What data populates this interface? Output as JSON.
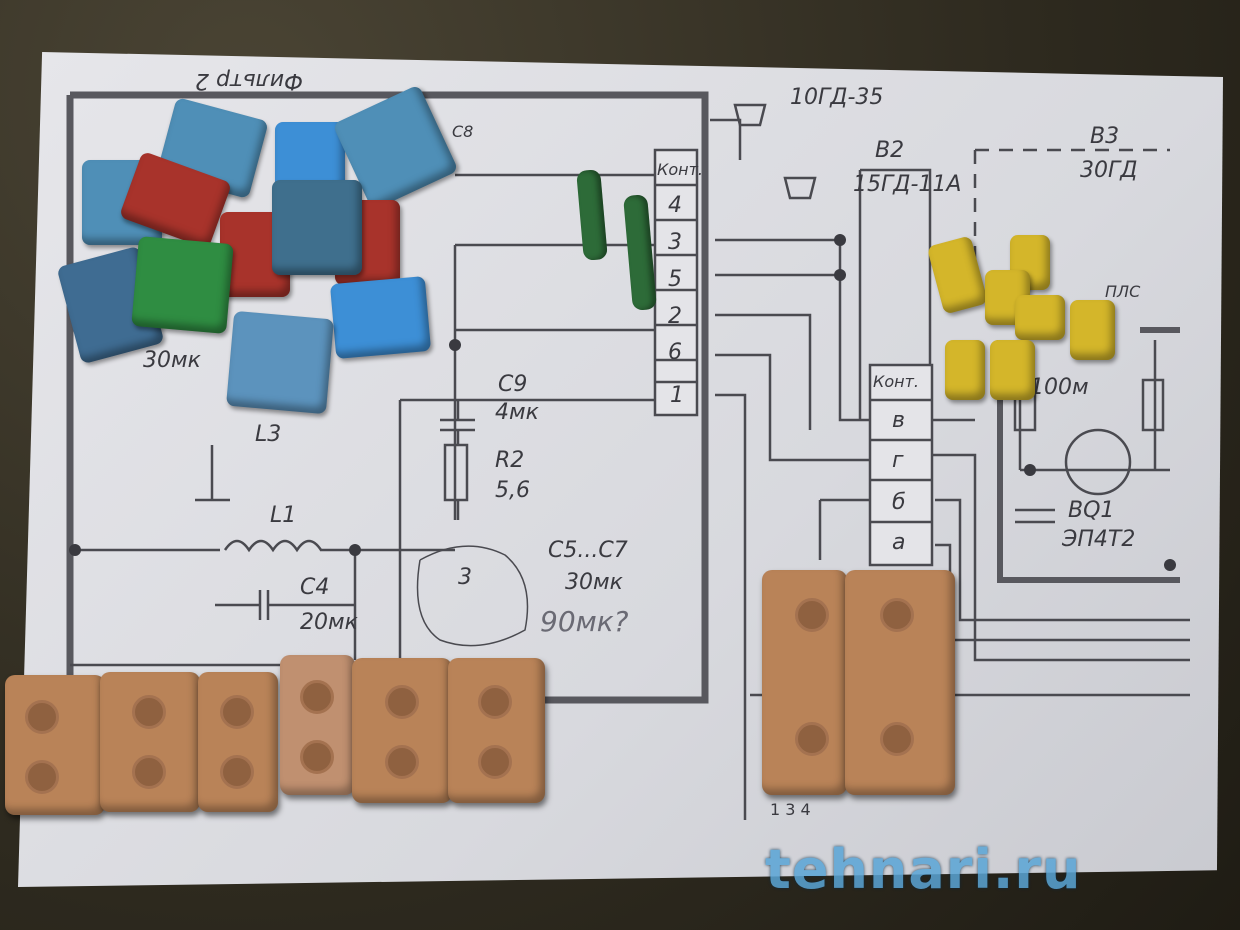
{
  "schematic": {
    "title": "Фильтр 2",
    "speaker_b1": "10ГД-35",
    "speaker_b2_ref": "В2",
    "speaker_b2_model": "15ГД-11А",
    "speaker_b3_ref": "В3",
    "speaker_b3_model": "30ГД",
    "connector_left_header": "Конт.",
    "connector_left_pins": [
      "4",
      "3",
      "5",
      "2",
      "6",
      "1"
    ],
    "connector_right_header": "Конт.",
    "connector_right_pins": [
      "в",
      "г",
      "б",
      "а"
    ],
    "c8": "С8",
    "c9": "С9",
    "c9_value": "4мк",
    "r2": "R2",
    "r2_value": "5,6",
    "l1": "L1",
    "l3": "L3",
    "c4": "С4",
    "c4_value": "20мк",
    "c_left_value": "30мк",
    "c5_c7": "С5...С7",
    "c5_c7_value": "30мк",
    "handwritten_note": "90мк?",
    "c_circled": "3",
    "resistor_value": "100м",
    "bq1_ref": "BQ1",
    "bq1_model": "ЭП4Т2",
    "label_plc": "ПЛС",
    "bottom_pins": "1 3 4"
  },
  "watermark": "tehnari.ru"
}
